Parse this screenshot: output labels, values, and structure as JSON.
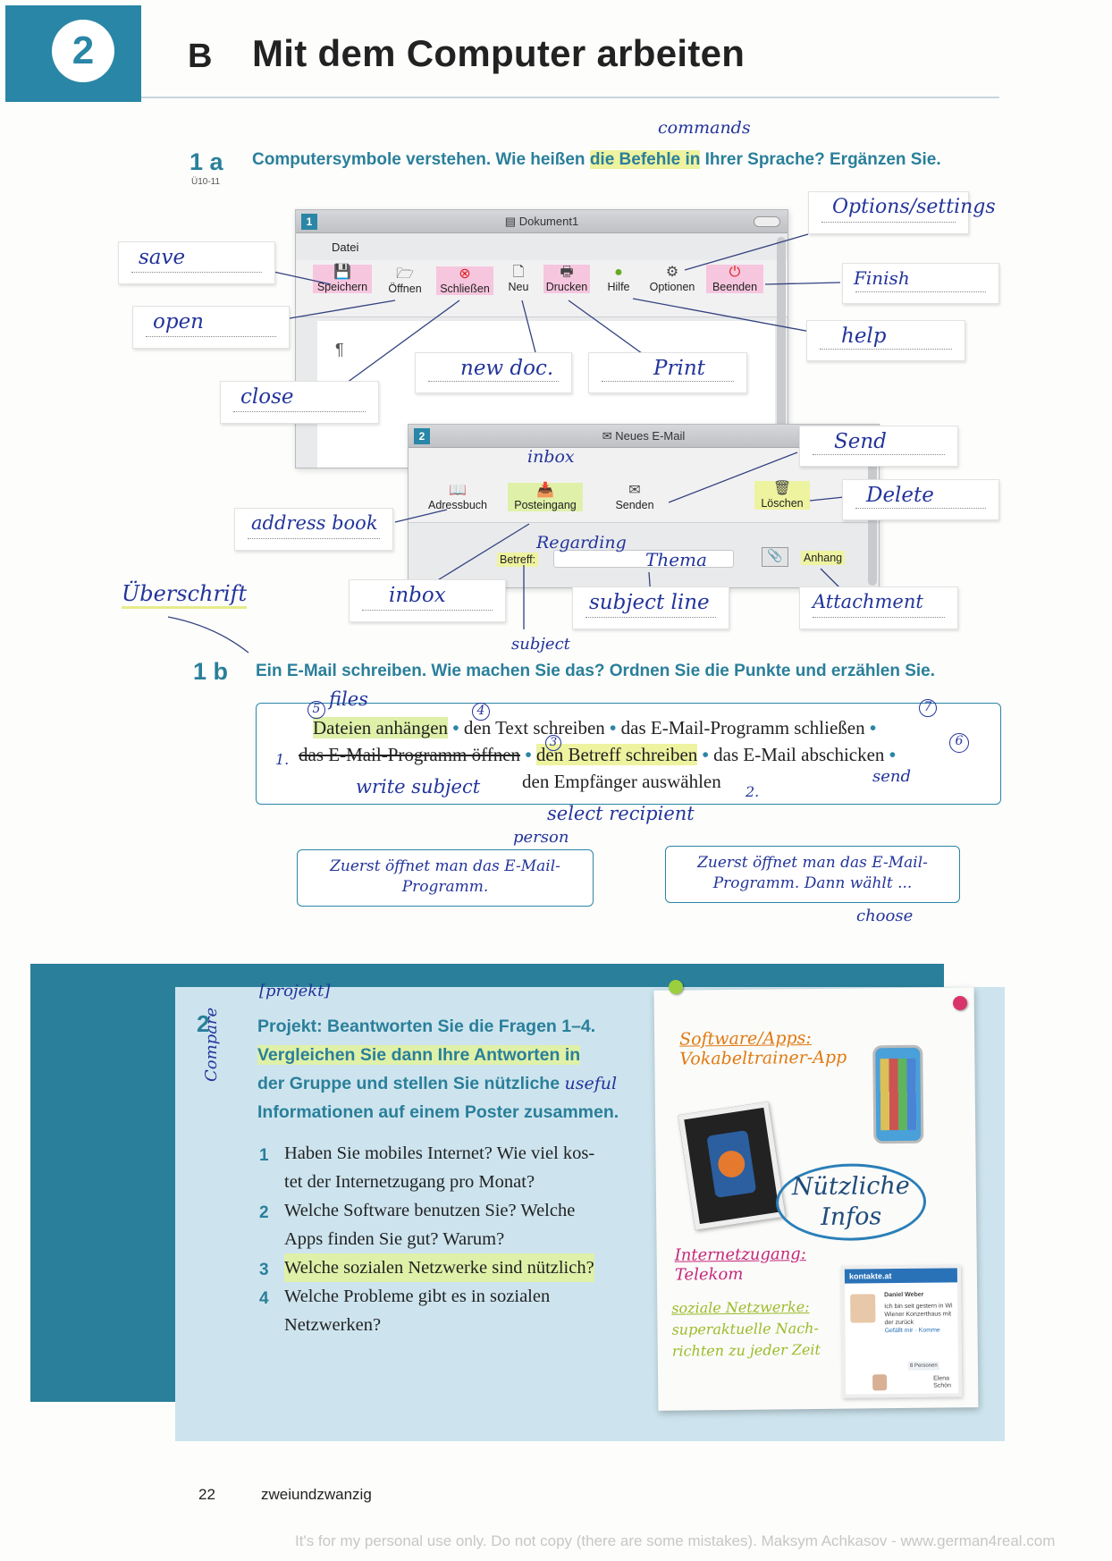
{
  "header": {
    "chapter_number": "2",
    "section_letter": "B",
    "title": "Mit dem Computer arbeiten",
    "accent_color": "#2a86a6"
  },
  "task_1a": {
    "number": "1 a",
    "reference": "Ü10-11",
    "instruction": "Computersymbole verstehen. Wie heißen die Befehle in Ihrer Sprache? Ergänzen Sie.",
    "annotation_commands": "commands",
    "window1": {
      "number": "1",
      "title": "Dokument1",
      "menu": "Datei",
      "pilcrow": "¶",
      "toolbar": [
        "Speichern",
        "Öffnen",
        "Schließen",
        "Neu",
        "Drucken",
        "Hilfe",
        "Optionen",
        "Beenden"
      ]
    },
    "window2": {
      "number": "2",
      "title": "Neues E-Mail",
      "toolbar": [
        "Adressbuch",
        "Posteingang",
        "Senden",
        "Löschen"
      ],
      "subject_label": "Betreff:",
      "attachment_label": "Anhang"
    },
    "answers": {
      "save": "save",
      "open": "open",
      "close": "close",
      "new_doc": "new doc.",
      "print": "Print",
      "help": "help",
      "finish": "Finish",
      "options": "Options/settings",
      "send": "Send",
      "delete": "Delete",
      "address_book": "address book",
      "inbox": "inbox",
      "inbox_note": "inbox",
      "subject_line": "subject line",
      "attachment": "Attachment",
      "regarding": "Regarding",
      "thema": "Thema",
      "subject_note": "subject",
      "ueberschrift": "Überschrift"
    }
  },
  "task_1b": {
    "number": "1 b",
    "instruction": "Ein E-Mail schreiben. Wie machen Sie das? Ordnen Sie die Punkte und erzählen Sie.",
    "items": {
      "attach": "Dateien anhängen",
      "write_text": "den Text schreiben",
      "close_program": "das E-Mail-Programm schließen",
      "open_program": "das E-Mail-Programm öffnen",
      "write_subject": "den Betreff schreiben",
      "send": "das E-Mail abschicken",
      "choose_recipient": "den Empfänger auswählen"
    },
    "annotations": {
      "files": "files",
      "n5": "5",
      "n4": "4",
      "n7": "7",
      "n1": "1.",
      "n3": "3",
      "n6": "6",
      "n2": "2.",
      "write_subject": "write subject",
      "send": "send",
      "select_recipient": "select recipient",
      "person": "person",
      "choose": "choose"
    },
    "bubble_left": "Zuerst öffnet man das E-Mail-Programm.",
    "bubble_right": "Zuerst öffnet man das E-Mail-Programm. Dann wählt ..."
  },
  "task_2": {
    "number": "2",
    "annotation_projekt": "[projekt]",
    "annotation_compare": "Compare",
    "annotation_useful": "useful",
    "intro_lines": [
      "Projekt: Beantworten Sie die Fragen 1–4.",
      "Vergleichen Sie dann Ihre Antworten in",
      "der Gruppe und stellen Sie nützliche",
      "Informationen auf einem Poster zusammen."
    ],
    "questions": [
      {
        "num": "1",
        "lines": [
          "Haben Sie mobiles Internet? Wie viel kos-",
          "tet der Internetzugang pro Monat?"
        ]
      },
      {
        "num": "2",
        "lines": [
          "Welche Software benutzen Sie? Welche",
          "Apps finden Sie gut? Warum?"
        ]
      },
      {
        "num": "3",
        "lines": [
          "Welche sozialen Netzwerke sind nützlich?"
        ]
      },
      {
        "num": "4",
        "lines": [
          "Welche Probleme gibt es in sozialen",
          "Netzwerken?"
        ]
      }
    ],
    "poster": {
      "software_heading": "Software/Apps:",
      "software_value": "Vokabeltrainer-App",
      "title_line1": "Nützliche",
      "title_line2": "Infos",
      "internet_heading": "Internetzugang:",
      "internet_value": "Telekom",
      "social_heading": "soziale Netzwerke:",
      "social_value_line1": "superaktuelle Nach-",
      "social_value_line2": "richten zu jeder Zeit",
      "site_name": "kontakte.at",
      "profile_name": "Daniel Weber",
      "profile_line1": "Ich bin seit gestern in Wi",
      "profile_line2": "Wiener Konzerthaus mit",
      "profile_line3": "der zurück",
      "profile_actions": "Gefällt mir · Komme",
      "second_name": "Elena",
      "second_sub": "Schön",
      "personen": "8 Personen"
    }
  },
  "footer": {
    "page_number": "22",
    "page_word": "zweiundzwanzig"
  },
  "watermark": "It's for my personal use only. Do not copy (there are some mistakes). Maksym Achkasov - www.german4real.com"
}
